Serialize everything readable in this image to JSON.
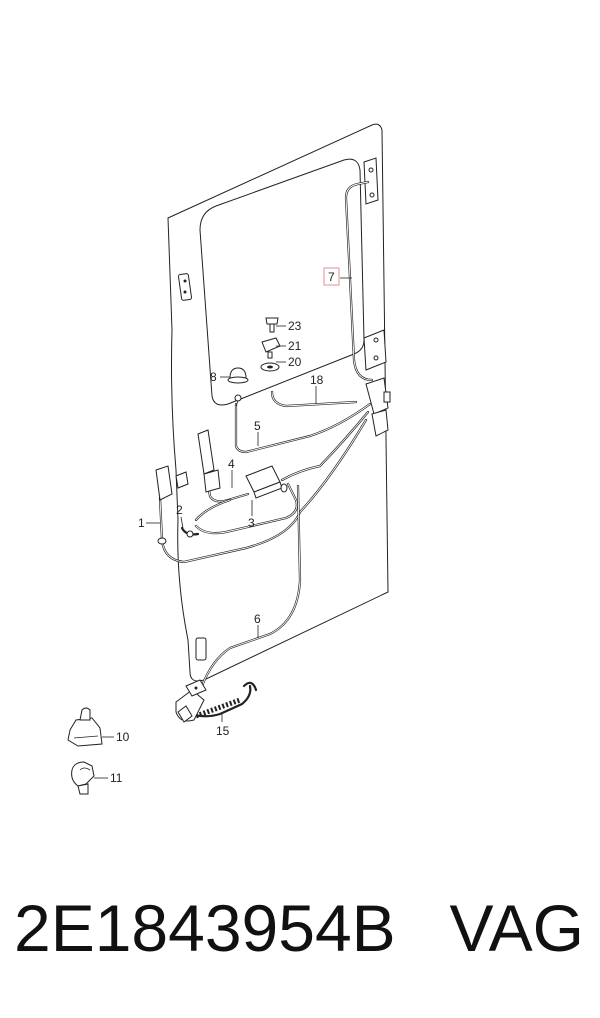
{
  "diagram": {
    "callouts": {
      "c1": "1",
      "c2": "2",
      "c3": "3",
      "c4": "4",
      "c5": "5",
      "c6": "6",
      "c7": "7",
      "c8": "8",
      "c10": "10",
      "c11": "11",
      "c15": "15",
      "c18": "18",
      "c20": "20",
      "c21": "21",
      "c23": "23"
    },
    "highlight_color": "#e8a0a8"
  },
  "footer": {
    "part_number": "2E1843954B",
    "brand": "VAG"
  }
}
